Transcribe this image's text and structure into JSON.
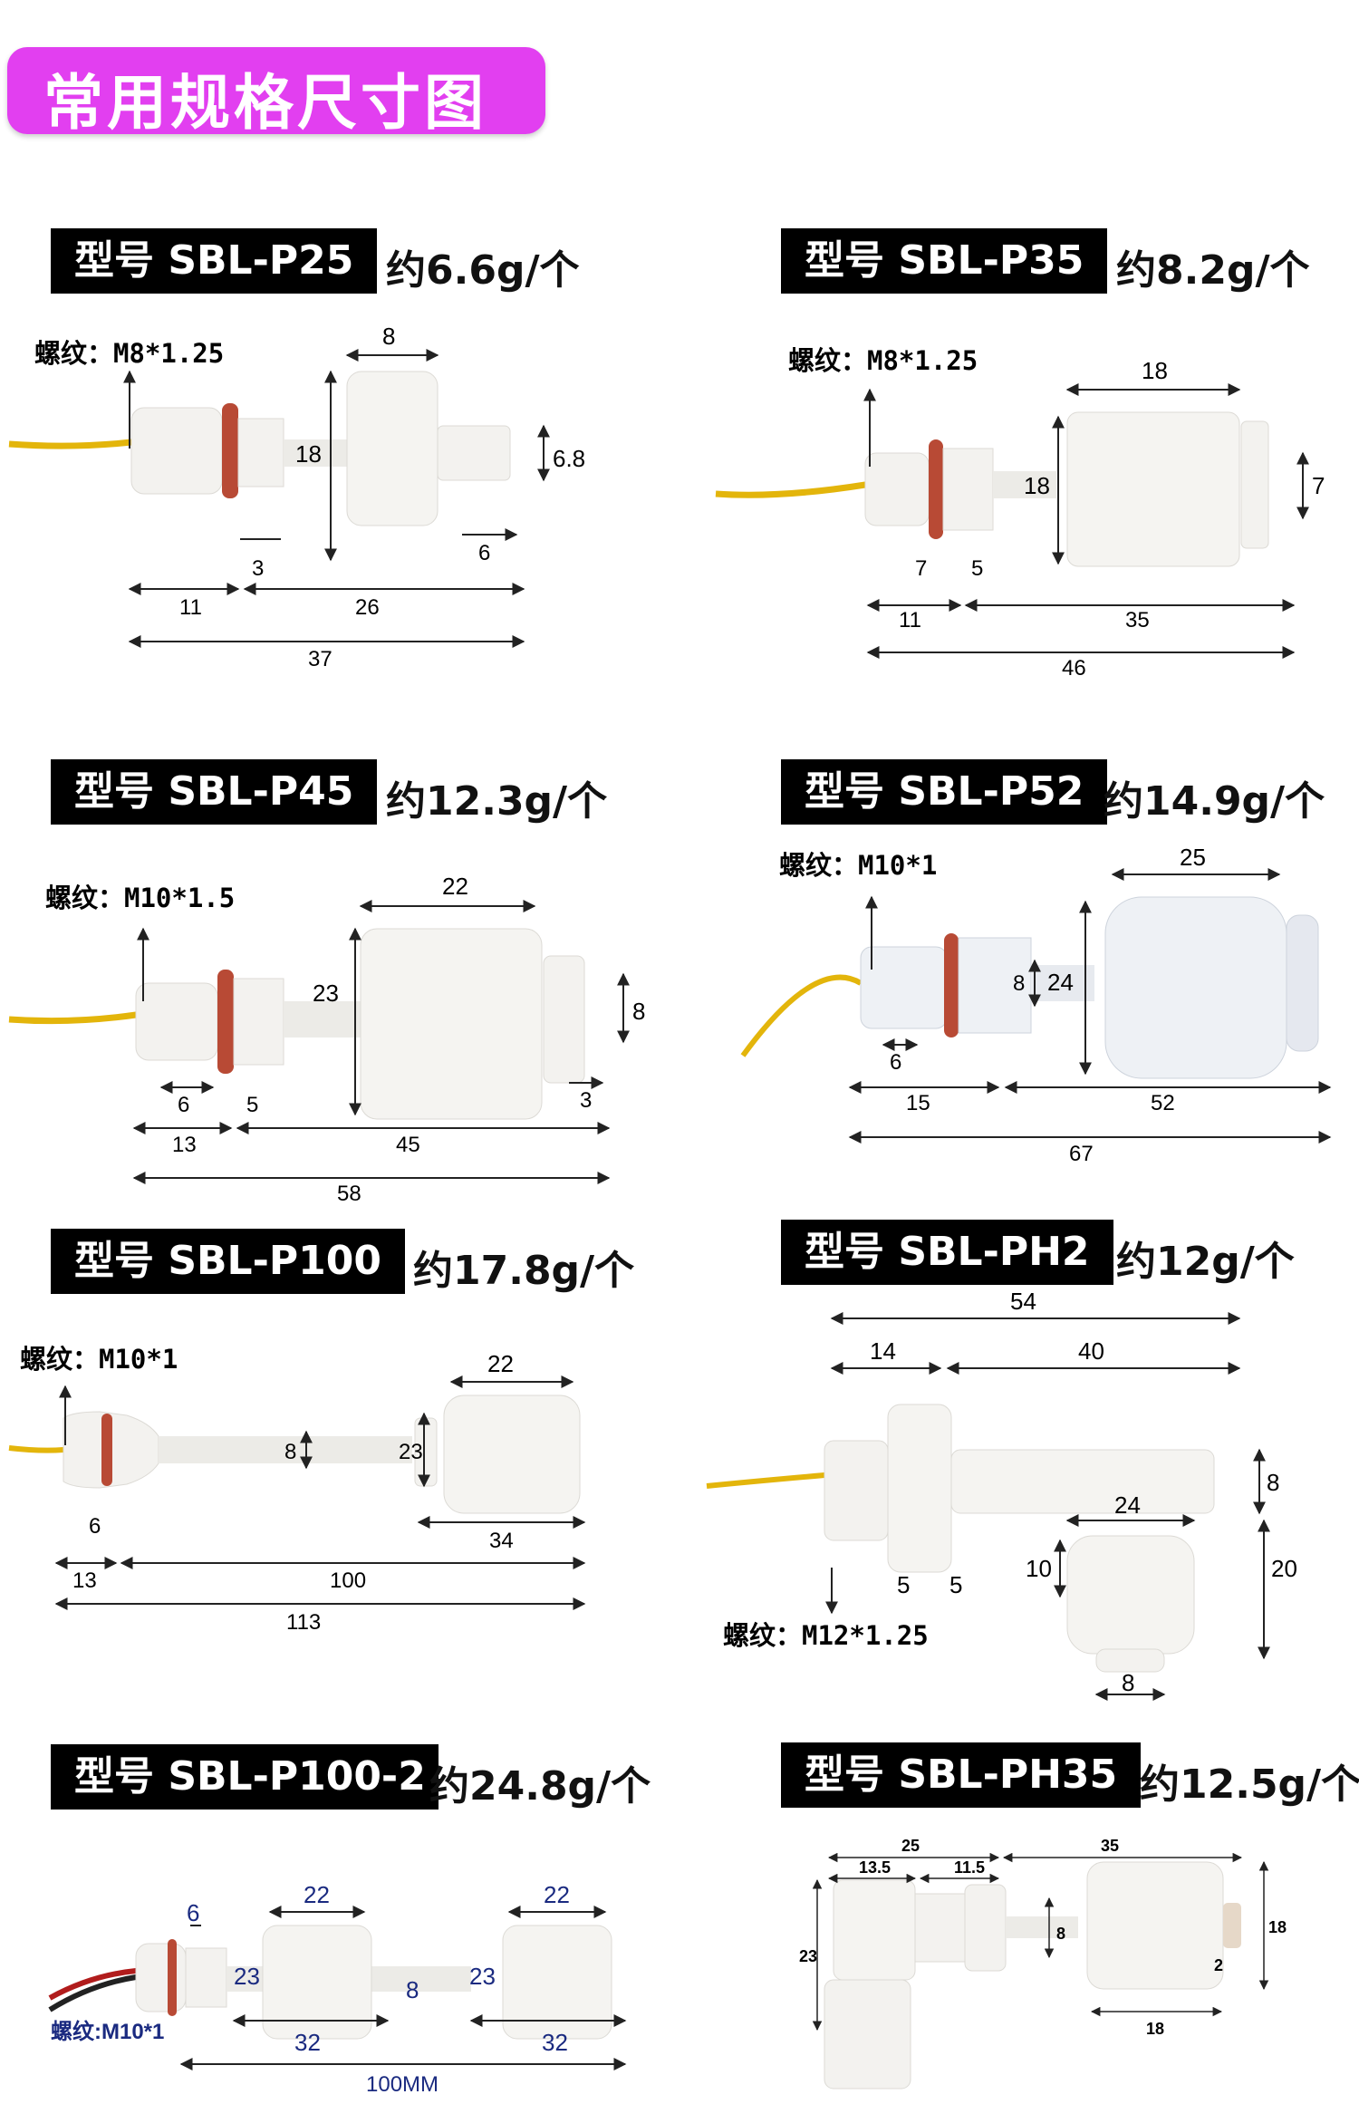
{
  "header": {
    "title": "常用规格尺寸图"
  },
  "products": [
    {
      "model": "型号 SBL-P25",
      "weight": "约6.6g/个",
      "thread": "螺纹：M8*1.25",
      "dims": [
        "8",
        "18",
        "6.8",
        "3",
        "6",
        "11",
        "26",
        "37"
      ]
    },
    {
      "model": "型号 SBL-P35",
      "weight": "约8.2g/个",
      "thread": "螺纹：M8*1.25",
      "dims": [
        "18",
        "18",
        "7",
        "7",
        "5",
        "11",
        "35",
        "46"
      ]
    },
    {
      "model": "型号 SBL-P45",
      "weight": "约12.3g/个",
      "thread": "螺纹：M10*1.5",
      "dims": [
        "22",
        "23",
        "8",
        "6",
        "5",
        "3",
        "13",
        "45",
        "58"
      ]
    },
    {
      "model": "型号 SBL-P52",
      "weight": "约14.9g/个",
      "thread": "螺纹：M10*1",
      "dims": [
        "25",
        "8",
        "24",
        "6",
        "15",
        "52",
        "67"
      ]
    },
    {
      "model": "型号 SBL-P100",
      "weight": "约17.8g/个",
      "thread": "螺纹：M10*1",
      "dims": [
        "22",
        "8",
        "23",
        "6",
        "34",
        "13",
        "100",
        "113"
      ]
    },
    {
      "model": "型号 SBL-PH2",
      "weight": "约12g/个",
      "thread": "螺纹：M12*1.25",
      "dims": [
        "54",
        "14",
        "40",
        "8",
        "24",
        "10",
        "20",
        "5",
        "5",
        "8"
      ]
    },
    {
      "model": "型号 SBL-P100-2",
      "weight": "约24.8g/个",
      "thread": "螺纹:M10*1",
      "dims": [
        "6",
        "22",
        "22",
        "23",
        "8",
        "23",
        "32",
        "32",
        "100MM"
      ]
    },
    {
      "model": "型号 SBL-PH35",
      "weight": "约12.5g/个",
      "thread": "",
      "dims": [
        "25",
        "35",
        "13.5",
        "11.5",
        "8",
        "18",
        "23",
        "2",
        "18"
      ]
    }
  ]
}
